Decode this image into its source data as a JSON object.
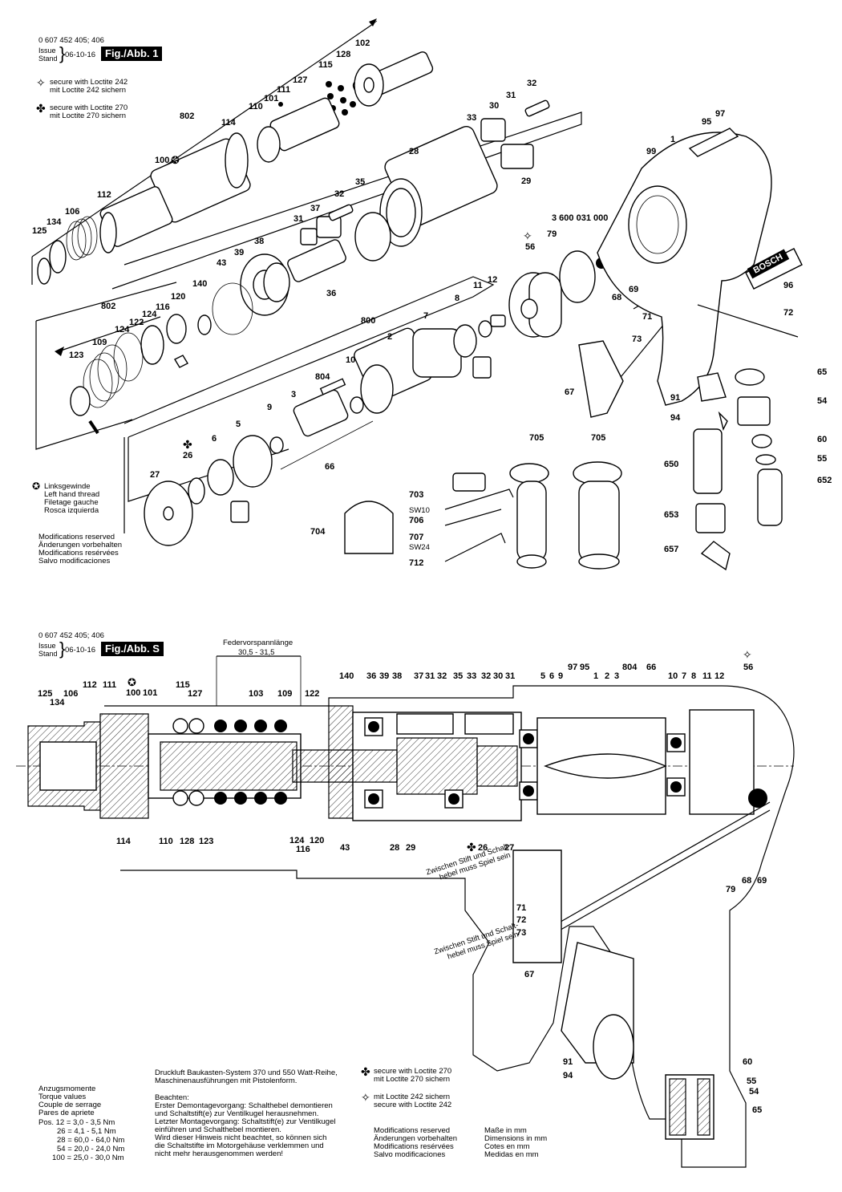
{
  "fig1": {
    "part_number": "0 607 452 405; 406",
    "issue_label": "Issue",
    "stand_label": "Stand",
    "date": "06-10-16",
    "figure_label": "Fig./Abb. 1",
    "legend_loctite242": [
      "secure with Loctite 242",
      "mit Loctite 242 sichern"
    ],
    "legend_loctite270": [
      "secure with Loctite 270",
      "mit Loctite 270 sichern"
    ],
    "left_hand": [
      "Linksgewinde",
      "Left hand thread",
      "Filetage gauche",
      "Rosca izquierda"
    ],
    "modifications": [
      "Modifications reserved",
      "Änderungen vorbehalten",
      "Modifications resérvées",
      "Salvo modificaciones"
    ],
    "callouts": [
      "102",
      "128",
      "115",
      "127",
      "111",
      "101",
      "110",
      "114",
      "802",
      "100",
      "112",
      "106",
      "134",
      "125",
      "32",
      "31",
      "30",
      "33",
      "28",
      "29",
      "35",
      "32",
      "37",
      "31",
      "36",
      "38",
      "39",
      "43",
      "140",
      "802",
      "124",
      "122",
      "116",
      "120",
      "124",
      "109",
      "123",
      "800",
      "804",
      "2",
      "7",
      "8",
      "11",
      "12",
      "10",
      "3",
      "9",
      "5",
      "6",
      "26",
      "27",
      "66",
      "56",
      "79",
      "3 600 031 000",
      "68",
      "69",
      "71",
      "73",
      "67",
      "1",
      "99",
      "95",
      "97",
      "96",
      "72",
      "65",
      "91",
      "54",
      "94",
      "60",
      "650",
      "55",
      "652",
      "653",
      "657",
      "705",
      "705",
      "703",
      "SW10",
      "706",
      "707",
      "SW24",
      "712",
      "704"
    ],
    "brand": "BOSCH"
  },
  "figS": {
    "part_number": "0 607 452 405; 406",
    "issue_label": "Issue",
    "stand_label": "Stand",
    "date": "06-10-16",
    "figure_label": "Fig./Abb. S",
    "spring_preload_title": "Federvorspannlänge",
    "spring_preload_value": "30,5 - 31,5",
    "callouts_top": [
      "125",
      "134",
      "106",
      "112",
      "111",
      "100",
      "101",
      "115",
      "127",
      "103",
      "109",
      "122",
      "140",
      "36",
      "39",
      "38",
      "37",
      "31",
      "32",
      "35",
      "33",
      "32",
      "30",
      "31",
      "5",
      "6",
      "9",
      "97",
      "95",
      "1",
      "2",
      "3",
      "804",
      "66",
      "10",
      "7",
      "8",
      "11",
      "12",
      "56"
    ],
    "callouts_bottom": [
      "114",
      "110",
      "128",
      "123",
      "124",
      "116",
      "120",
      "43",
      "28",
      "29",
      "26",
      "27",
      "79",
      "68",
      "69",
      "71",
      "72",
      "73",
      "67",
      "91",
      "94",
      "60",
      "55",
      "54",
      "65"
    ],
    "note_play_1": [
      "Zwischen Stift und Schalt-",
      "hebel muss Spiel sein"
    ],
    "note_play_2": [
      "Zwischen Stift und Schalt-",
      "hebel muss Spiel sein"
    ],
    "torque_title": [
      "Anzugsmomente",
      "Torque values",
      "Couple de serrage",
      "Pares de apriete"
    ],
    "torque_rows": [
      "Pos. 12 =  3,0 -   3,5 Nm",
      "26 =  4,1 -   5,1 Nm",
      "28 = 60,0 - 64,0 Nm",
      "54 = 20,0 - 24,0 Nm",
      "100 = 25,0 - 30,0 Nm"
    ],
    "system_text": [
      "Druckluft Baukasten-System 370 und 550 Watt-Reihe,",
      "Maschinenausführungen mit Pistolenform."
    ],
    "beachten": [
      "Beachten:",
      "Erster Demontagevorgang: Schalthebel demontieren",
      "und Schaltstift(e) zur Ventilkugel herausnehmen.",
      "Letzter Montagevorgang: Schaltstift(e) zur Ventilkugel",
      "einführen und Schalthebel montieren.",
      "Wird dieser Hinweis nicht beachtet, so können sich",
      "die Schaltstifte im Motorgehäuse verklemmen und",
      "nicht mehr herausgenommen werden!"
    ],
    "loctite270": [
      "secure with Loctite 270",
      "mit Loctite 270 sichern"
    ],
    "loctite242": [
      "mit Loctite 242 sichern",
      "secure with Loctite 242"
    ],
    "modifications": [
      "Modifications reserved",
      "Änderungen vorbehalten",
      "Modifications resérvées",
      "Salvo modificaciones"
    ],
    "units": [
      "Maße in mm",
      "Dimensions in mm",
      "Cotes en mm",
      "Medidas en mm"
    ]
  }
}
